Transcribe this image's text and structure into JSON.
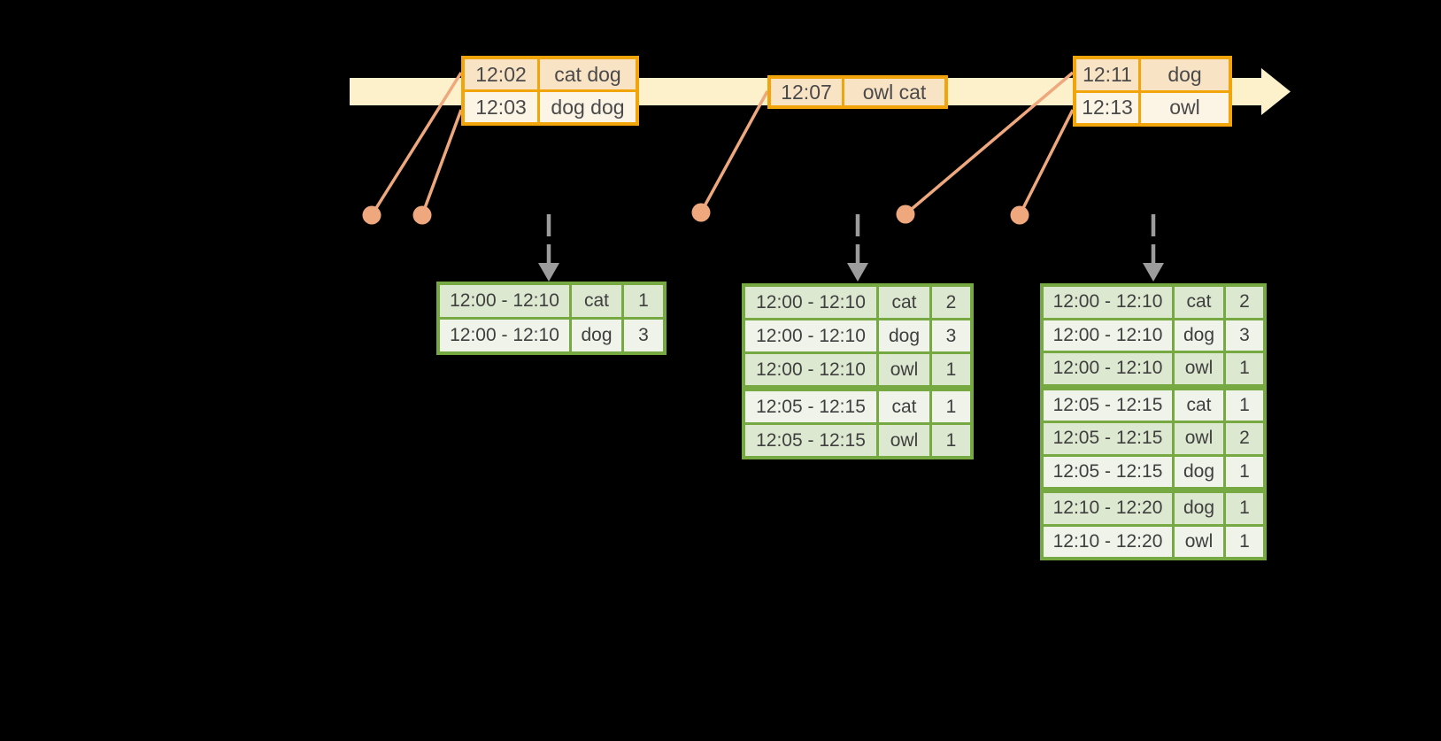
{
  "diagram": {
    "title": "windowed-grouped-aggregation-stream",
    "icons": {
      "timeline_arrow": "right-arrow-band",
      "event_marker": "orange-dot-callout",
      "trigger_arrow": "gray-dashed-down-arrow"
    },
    "colors": {
      "background": "#000000",
      "timeline_band": "#FCF1CB",
      "event_table_border": "#F2A40B",
      "event_row_peach": "#F9E3C5",
      "event_row_cream": "#FCF4E4",
      "marker_salmon": "#EFA87D",
      "result_table_border": "#76A942",
      "result_row_green": "#DCE8D0",
      "result_row_light": "#EFF3E9",
      "trigger_arrow_gray": "#9C9C9C",
      "text": "#404040"
    }
  },
  "event_tables": [
    {
      "rows": [
        {
          "time": "12:02",
          "words": "cat dog"
        },
        {
          "time": "12:03",
          "words": "dog dog"
        }
      ]
    },
    {
      "rows": [
        {
          "time": "12:07",
          "words": "owl cat"
        }
      ]
    },
    {
      "rows": [
        {
          "time": "12:11",
          "words": "dog"
        },
        {
          "time": "12:13",
          "words": "owl"
        }
      ]
    }
  ],
  "result_tables": [
    {
      "rows": [
        {
          "window": "12:00 - 12:10",
          "word": "cat",
          "count": "1"
        },
        {
          "window": "12:00 - 12:10",
          "word": "dog",
          "count": "3"
        }
      ]
    },
    {
      "rows": [
        {
          "window": "12:00 - 12:10",
          "word": "cat",
          "count": "2"
        },
        {
          "window": "12:00 - 12:10",
          "word": "dog",
          "count": "3"
        },
        {
          "window": "12:00 - 12:10",
          "word": "owl",
          "count": "1"
        },
        {
          "window": "12:05 - 12:15",
          "word": "cat",
          "count": "1"
        },
        {
          "window": "12:05 - 12:15",
          "word": "owl",
          "count": "1"
        }
      ]
    },
    {
      "rows": [
        {
          "window": "12:00 - 12:10",
          "word": "cat",
          "count": "2"
        },
        {
          "window": "12:00 - 12:10",
          "word": "dog",
          "count": "3"
        },
        {
          "window": "12:00 - 12:10",
          "word": "owl",
          "count": "1"
        },
        {
          "window": "12:05 - 12:15",
          "word": "cat",
          "count": "1"
        },
        {
          "window": "12:05 - 12:15",
          "word": "owl",
          "count": "2"
        },
        {
          "window": "12:05 - 12:15",
          "word": "dog",
          "count": "1"
        },
        {
          "window": "12:10 - 12:20",
          "word": "dog",
          "count": "1"
        },
        {
          "window": "12:10 - 12:20",
          "word": "owl",
          "count": "1"
        }
      ]
    }
  ]
}
